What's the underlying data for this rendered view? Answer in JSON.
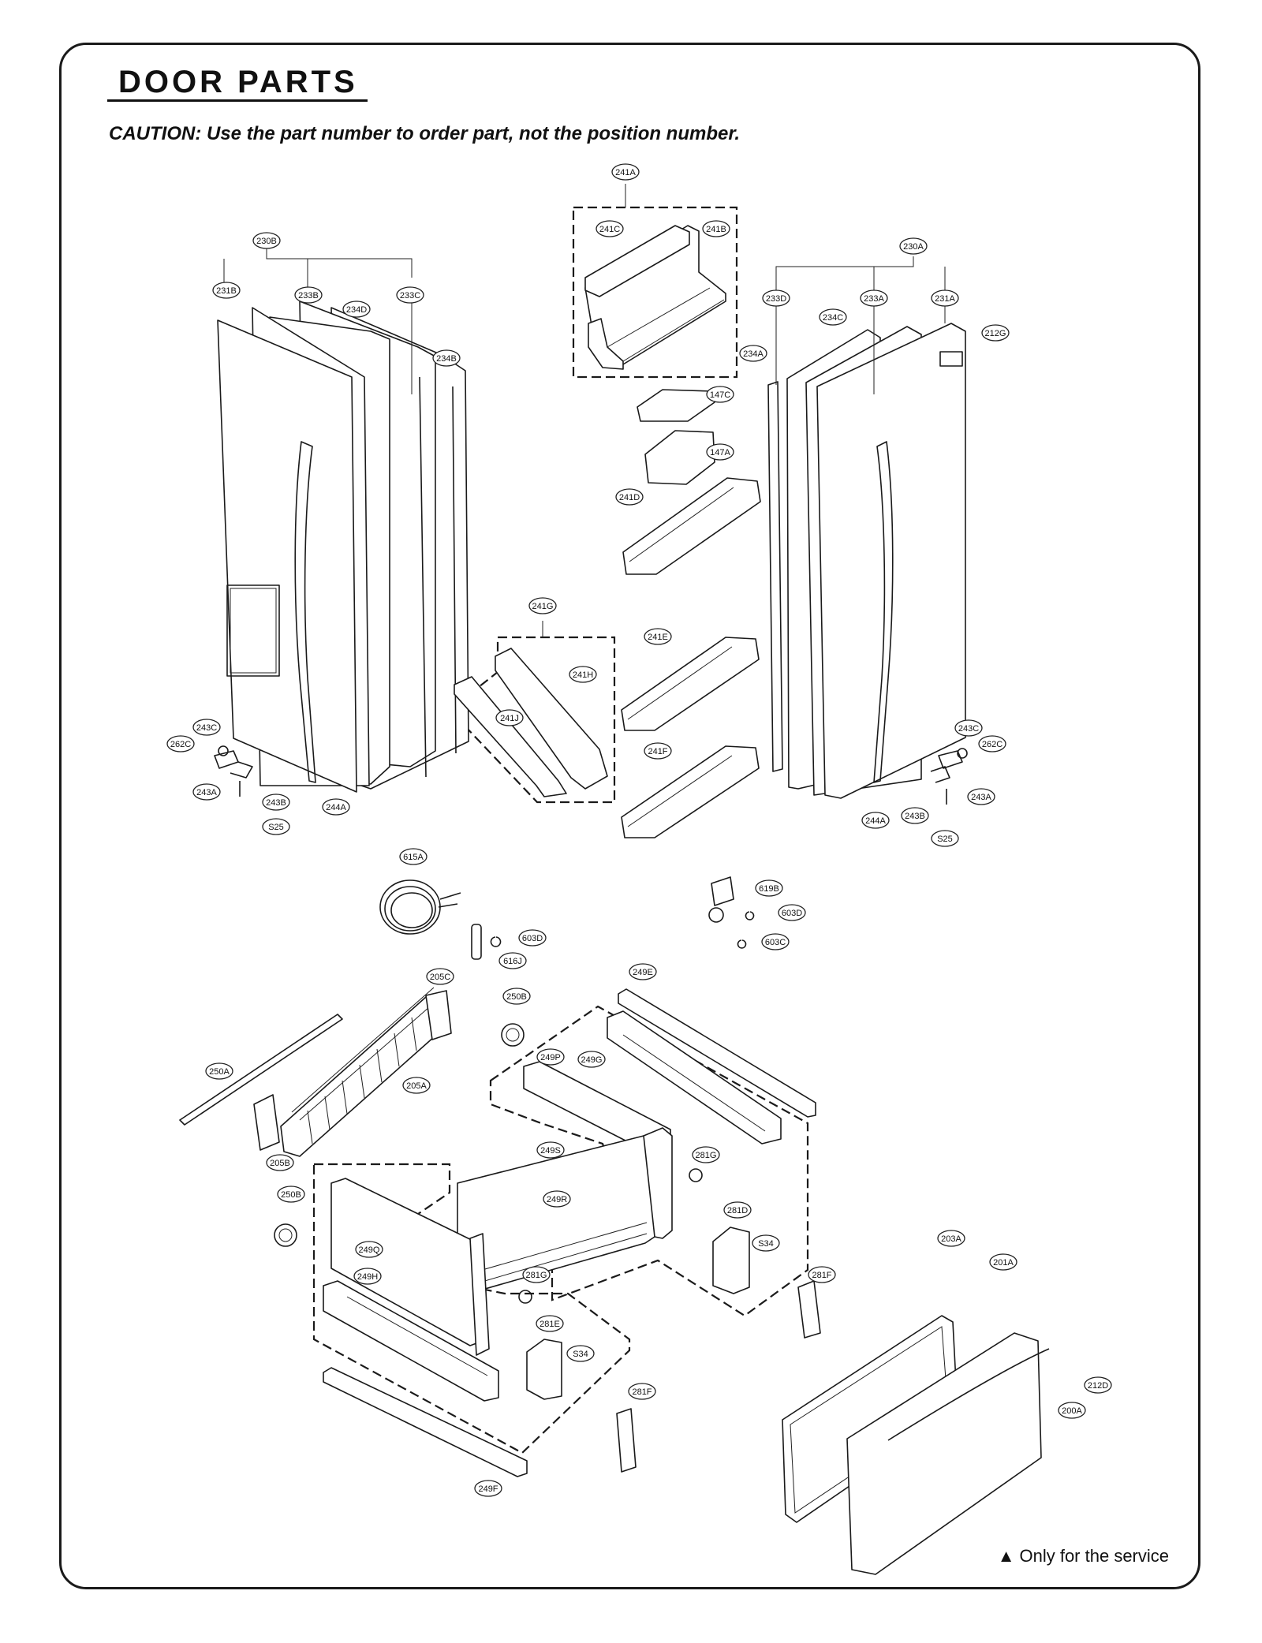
{
  "page": {
    "title": "DOOR PARTS",
    "caution": "CAUTION: Use the part number to order part, not the position number.",
    "service_note": "Only for the service",
    "service_symbol": "▲"
  },
  "callouts": [
    {
      "id": "241A"
    },
    {
      "id": "241C"
    },
    {
      "id": "241B"
    },
    {
      "id": "230B"
    },
    {
      "id": "231B"
    },
    {
      "id": "233B"
    },
    {
      "id": "234D"
    },
    {
      "id": "233C"
    },
    {
      "id": "234B"
    },
    {
      "id": "230A"
    },
    {
      "id": "233D"
    },
    {
      "id": "233A"
    },
    {
      "id": "231A"
    },
    {
      "id": "234C"
    },
    {
      "id": "212G"
    },
    {
      "id": "234A"
    },
    {
      "id": "147C"
    },
    {
      "id": "147A"
    },
    {
      "id": "241D"
    },
    {
      "id": "241G"
    },
    {
      "id": "241H"
    },
    {
      "id": "241J"
    },
    {
      "id": "241E"
    },
    {
      "id": "241F"
    },
    {
      "id": "243C"
    },
    {
      "id": "262C"
    },
    {
      "id": "243A"
    },
    {
      "id": "243B"
    },
    {
      "id": "244A"
    },
    {
      "id": "S25"
    },
    {
      "id": "243C"
    },
    {
      "id": "262C"
    },
    {
      "id": "243A"
    },
    {
      "id": "243B"
    },
    {
      "id": "244A"
    },
    {
      "id": "S25"
    },
    {
      "id": "615A"
    },
    {
      "id": "603D"
    },
    {
      "id": "616J"
    },
    {
      "id": "619B"
    },
    {
      "id": "603D"
    },
    {
      "id": "603C"
    },
    {
      "id": "205C"
    },
    {
      "id": "250B"
    },
    {
      "id": "249E"
    },
    {
      "id": "250A"
    },
    {
      "id": "205A"
    },
    {
      "id": "249P"
    },
    {
      "id": "249G"
    },
    {
      "id": "205B"
    },
    {
      "id": "249S"
    },
    {
      "id": "281G"
    },
    {
      "id": "250B"
    },
    {
      "id": "249R"
    },
    {
      "id": "281D"
    },
    {
      "id": "S34"
    },
    {
      "id": "249Q"
    },
    {
      "id": "281G"
    },
    {
      "id": "203A"
    },
    {
      "id": "201A"
    },
    {
      "id": "281F"
    },
    {
      "id": "249H"
    },
    {
      "id": "281E"
    },
    {
      "id": "S34"
    },
    {
      "id": "281F"
    },
    {
      "id": "212D"
    },
    {
      "id": "200A"
    },
    {
      "id": "249F"
    }
  ]
}
